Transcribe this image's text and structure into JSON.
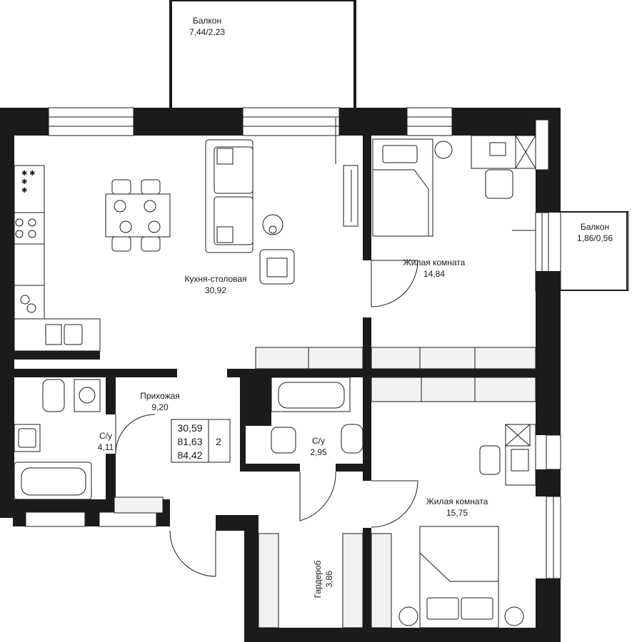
{
  "rooms": [
    {
      "id": "balcony-top",
      "name": "Балкон",
      "area": "7,44/2,23"
    },
    {
      "id": "balcony-right",
      "name": "Балкон",
      "area": "1,86/0,56"
    },
    {
      "id": "kitchen-dining",
      "name": "Кухня-столовая",
      "area": "30,92"
    },
    {
      "id": "living-room-1",
      "name": "Жилая комната",
      "area": "14,84"
    },
    {
      "id": "hallway",
      "name": "Прихожая",
      "area": "9,20"
    },
    {
      "id": "bathroom-1",
      "name": "С/у",
      "area": "4,11"
    },
    {
      "id": "bathroom-2",
      "name": "С/у",
      "area": "2,95"
    },
    {
      "id": "living-room-2",
      "name": "Жилая комната",
      "area": "15,75"
    },
    {
      "id": "wardrobe",
      "name": "Гардероб",
      "area": "3,86"
    }
  ],
  "summary": {
    "areas": [
      "30,59",
      "81,63",
      "84,42"
    ],
    "rooms_count": "2"
  }
}
